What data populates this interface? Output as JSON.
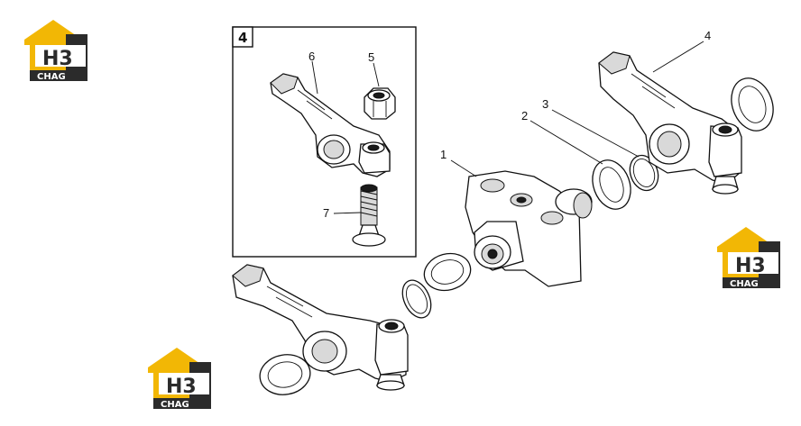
{
  "logo": {
    "mark": "H3",
    "wordmark": "CHAG",
    "colors": {
      "gold": "#f2b705",
      "dark": "#2b2b2b",
      "white": "#ffffff"
    }
  },
  "inset": {
    "label": "4"
  },
  "callouts": {
    "c1": "1",
    "c2": "2",
    "c3": "3",
    "c4": "4",
    "c5": "5",
    "c6": "6",
    "c7": "7"
  }
}
